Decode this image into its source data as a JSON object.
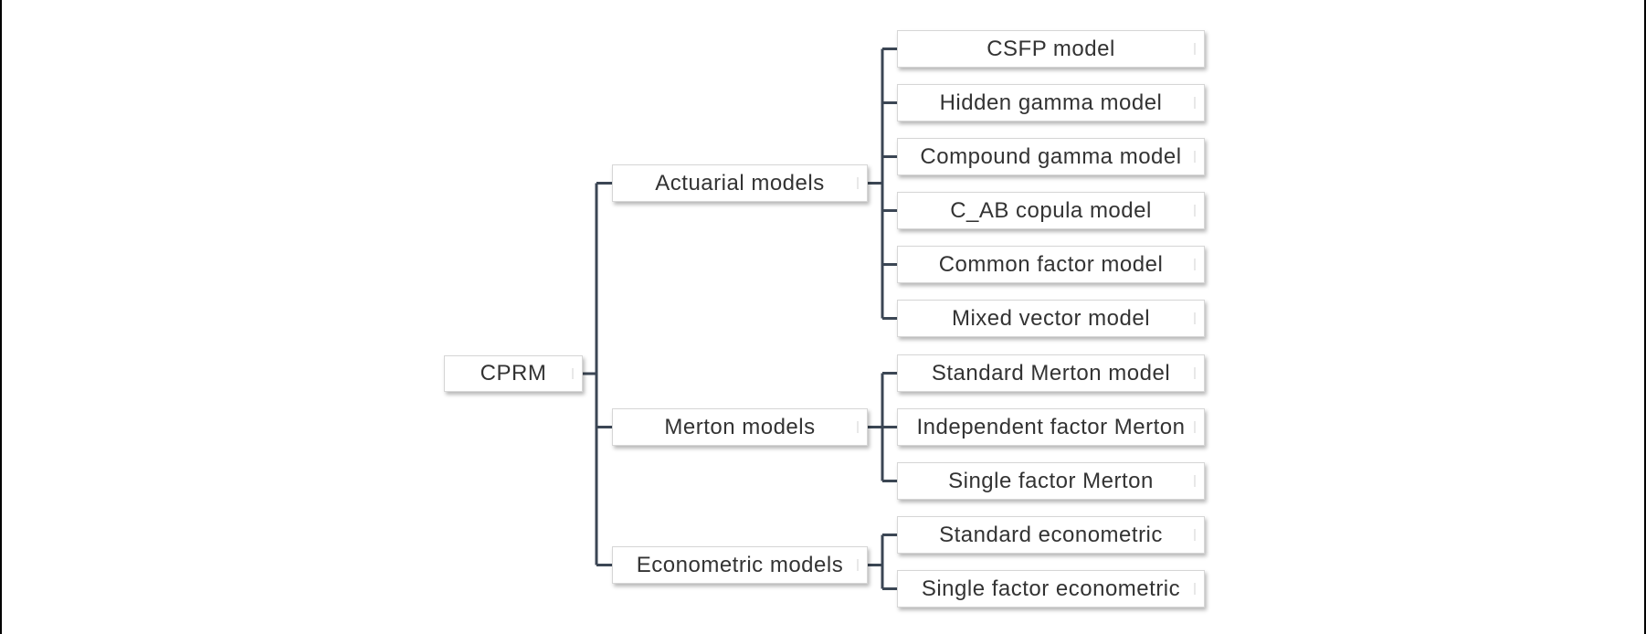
{
  "root": {
    "label": "CPRM"
  },
  "groups": [
    {
      "label": "Actuarial models",
      "children": [
        "CSFP model",
        "Hidden gamma model",
        "Compound gamma model",
        "C_AB copula model",
        "Common factor model",
        "Mixed vector model"
      ]
    },
    {
      "label": "Merton models",
      "children": [
        "Standard Merton model",
        "Independent factor Merton",
        "Single factor Merton"
      ]
    },
    {
      "label": "Econometric models",
      "children": [
        "Standard econometric",
        "Single factor econometric"
      ]
    }
  ],
  "colors": {
    "connector": "#3b4654",
    "text": "#333333",
    "box_border": "#d6d6d6"
  }
}
